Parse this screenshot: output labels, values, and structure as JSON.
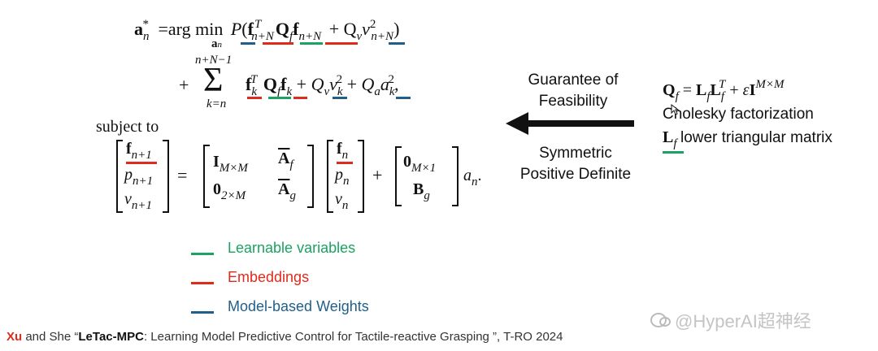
{
  "equation": {
    "lhs": "a",
    "lhs_sub": "n",
    "lhs_sup": "*",
    "eq_argmin": "=arg min",
    "argmin_sub": "a",
    "argmin_sub_sub": "n",
    "line1_tail": "+ Q",
    "line1_v": "v",
    "line1_v2": "v",
    "line1_v2_sup": "2",
    "line1_v2_sub": "n+N",
    "sum_plus": "+",
    "sum_symbol": "Σ",
    "sum_top": "n+N−1",
    "sum_bottom": "k=n",
    "subject_to": "subject to",
    "period": ".",
    "comma": ","
  },
  "arrow_labels": {
    "top": [
      "Guarantee of",
      "Feasibility"
    ],
    "bottom": [
      "Symmetric",
      "Positive Definite"
    ]
  },
  "right_panel": {
    "cholesky_label": "Cholesky factorization",
    "ltri_label": "lower triangular matrix"
  },
  "legend": [
    {
      "label": "Learnable variables",
      "color": "#1aa362"
    },
    {
      "label": "Embeddings",
      "color": "#e02a1b"
    },
    {
      "label": "Model-based Weights",
      "color": "#1f5f8b"
    }
  ],
  "citation": {
    "author_first": "Xu",
    "rest_authors": " and She “",
    "paper_bold": "LeTac-MPC",
    "paper_rest": ": Learning Model Predictive Control for Tactile-reactive Grasping",
    "venue": " ”, T-RO 2024"
  },
  "watermark": "@HyperAI超神经",
  "colors": {
    "green": "#1aa362",
    "red": "#e02a1b",
    "blue": "#1f5f8b",
    "legend_text_green": "#1aa362",
    "legend_text_red": "#e02a1b",
    "legend_text_blue": "#1f5f8b"
  }
}
